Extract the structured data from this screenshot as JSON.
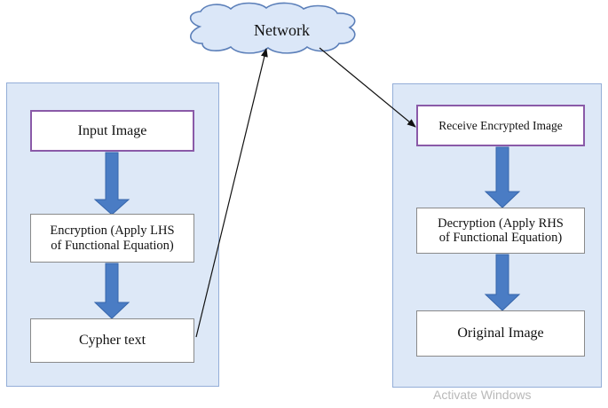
{
  "network": {
    "label": "Network"
  },
  "sender": {
    "input_image": "Input Image",
    "encryption_line1": "Encryption (Apply LHS",
    "encryption_line2": "of Functional Equation)",
    "cypher_text": "Cypher text"
  },
  "receiver": {
    "receive": "Receive Encrypted Image",
    "decryption_line1": "Decryption (Apply RHS",
    "decryption_line2": "of Functional Equation)",
    "original_image": "Original Image"
  },
  "watermark": "Activate Windows",
  "colors": {
    "panel_fill": "#dde8f7",
    "panel_border": "#94aed8",
    "top_box_border": "#8a5aa8",
    "flow_arrow": "#4a7cc4",
    "cloud_fill": "#dbe7f8",
    "cloud_border": "#5b7fb9"
  }
}
